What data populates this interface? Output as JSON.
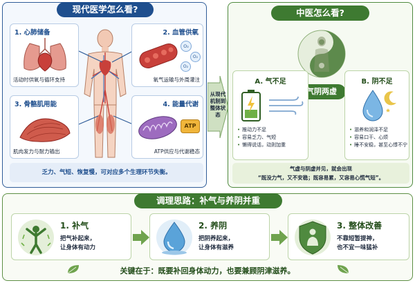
{
  "modern": {
    "title": "现代医学怎么看?",
    "cards": [
      {
        "label": "1. 心肺储备",
        "caption": "活动时供氧与循环支持"
      },
      {
        "label": "2. 血管供氧",
        "caption": "氧气运输与外周灌注",
        "bubbles": [
          "O₂",
          "O₂",
          "O₂"
        ]
      },
      {
        "label": "3. 骨骼肌用能",
        "caption": "肌肉发力与耐力输出"
      },
      {
        "label": "4. 能量代谢",
        "caption": "ATP供应与代谢稳态",
        "atp": "ATP"
      }
    ],
    "summary": "乏力、气短、恢复慢，可对应多个生理环节失衡。"
  },
  "bridge": {
    "lines": [
      "从现代",
      "机制到",
      "整体状态"
    ]
  },
  "tcm": {
    "title": "中医怎么看?",
    "center_label": "气阴两虚",
    "qi": {
      "label": "A. 气不足",
      "items": [
        "推动力不足",
        "容易乏力、气短",
        "懒得说话，动则加重"
      ]
    },
    "yin": {
      "label": "B. 阴不足",
      "items": [
        "滋养和润泽不足",
        "容易口干、心烦",
        "睡不安稳，甚至心悸不宁"
      ]
    },
    "summary": [
      "气虚与阴虚并见，就会出现",
      "“既没力气，又不安稳；既容易累，又容易心慌气短”。"
    ]
  },
  "regulate": {
    "title": "调理思路：补气与养阴并重",
    "steps": [
      {
        "label": "1. 补气",
        "desc": [
          "把气补起来，",
          "让身体有动力"
        ]
      },
      {
        "label": "2. 养阴",
        "desc": [
          "把阴养起来，",
          "让身体有滋养"
        ]
      },
      {
        "label": "3. 整体改善",
        "desc": [
          "不靠短暂提神，",
          "也不宜一味猛补"
        ]
      }
    ],
    "key_line": "关键在于：既要补回身体动力，也要兼顾阴津滋养。"
  },
  "colors": {
    "modern_blue": "#1f4f8e",
    "tcm_green": "#3e7a31",
    "heart_red": "#c8403a"
  }
}
